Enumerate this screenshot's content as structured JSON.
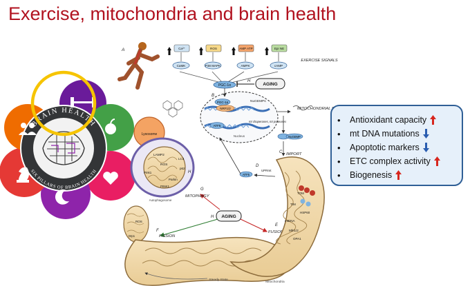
{
  "title": "Exercise, mitochondria and brain health",
  "badge": {
    "arc_top": "BRAIN HEALTH",
    "arc_bottom": "SIX PILLARS OF BRAIN HEALTH",
    "colors": [
      "#6a1b9a",
      "#e53935",
      "#ef6c00",
      "#43a047",
      "#e91e63",
      "#8e24aa"
    ]
  },
  "diagram": {
    "panel_a": "A",
    "exercise_signals": "EXERCISE SIGNALS",
    "signals": [
      {
        "top": "Ca²⁺",
        "node": "CaMK",
        "color": "#cfe3f3"
      },
      {
        "top": "ROS",
        "node": "P38 MAPK",
        "color": "#f7d98a"
      },
      {
        "top": "AMP ATP",
        "node": "AMPK",
        "color": "#f4a46b"
      },
      {
        "top": "Epi NE",
        "node": "cAMP",
        "color": "#b9dca0"
      }
    ],
    "aging": "AGING",
    "pgc": "PGC-1α",
    "panel_b": "B",
    "nucleus": "Nucleus",
    "nucleus_labels": [
      "PGC-1α",
      "NRF1/2",
      "ATF5",
      "mt chaperones, mt proteases",
      "NuGEMPs"
    ],
    "mito_biogenesis": "MITOCHONDRIAL BIOGENESIS",
    "lysosome": "Lysosome",
    "autophagosome": "Autophagosome",
    "mitophagy": "MITOPHAGY",
    "fission": "FISSION",
    "fusion": "FUSION",
    "import": "IMPORT",
    "steady_state": "Steady State",
    "mitochondria": "Mitochondria",
    "uprmt": "UPRmt",
    "atf5": "ATF5",
    "tim_nugemp": "NuGEMP",
    "panel_letters": [
      "C",
      "D",
      "E",
      "F",
      "G",
      "H"
    ],
    "small_labels": [
      "LAMP2",
      "ROS",
      "Pink1",
      "Parkin",
      "PINK1",
      "LC3",
      "p62",
      "Drp1",
      "Mfn1/2",
      "OPA1",
      "TOM",
      "TIM",
      "HSP60",
      "mtDNA"
    ]
  },
  "box": {
    "items": [
      {
        "text": "Antioxidant capacity",
        "direction": "up"
      },
      {
        "text": "mt DNA mutations",
        "direction": "down"
      },
      {
        "text": "Apoptotic markers",
        "direction": "down"
      },
      {
        "text": "ETC complex activity",
        "direction": "up"
      },
      {
        "text": "Biogenesis",
        "direction": "up"
      }
    ],
    "up_color": "#d7261e",
    "down_color": "#2a5db0"
  }
}
